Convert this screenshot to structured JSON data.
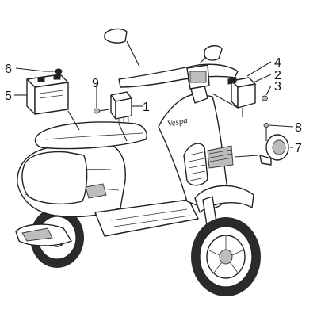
{
  "diagram": {
    "callouts": [
      {
        "id": "1",
        "text": "1"
      },
      {
        "id": "2",
        "text": "2"
      },
      {
        "id": "3",
        "text": "3"
      },
      {
        "id": "4",
        "text": "4"
      },
      {
        "id": "5",
        "text": "5"
      },
      {
        "id": "6",
        "text": "6"
      },
      {
        "id": "7",
        "text": "7"
      },
      {
        "id": "8",
        "text": "8"
      },
      {
        "id": "9",
        "text": "9"
      }
    ],
    "badge_text": "Vespa"
  }
}
